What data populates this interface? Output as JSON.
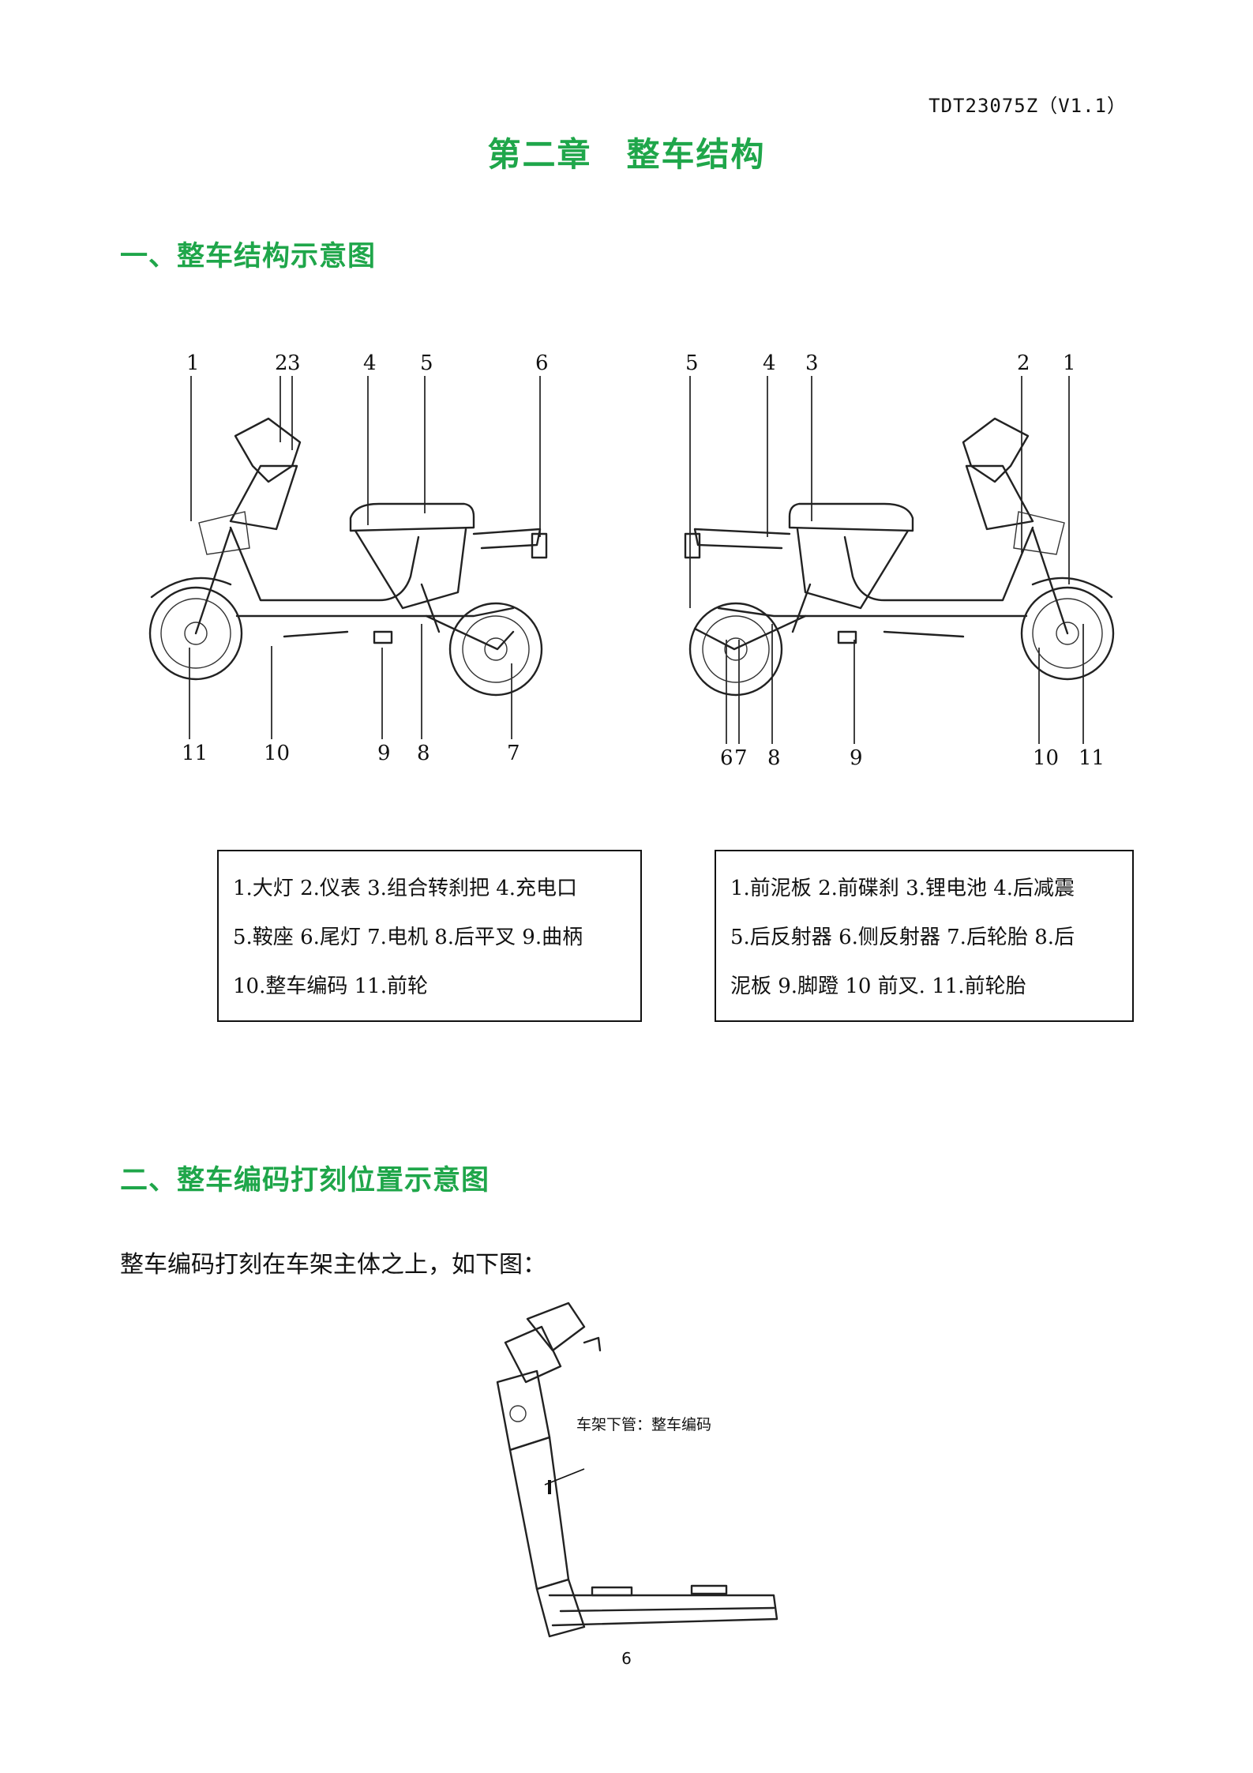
{
  "header": {
    "doc_id": "TDT23075Z（V1.1）"
  },
  "chapter_title": "第二章　整车结构",
  "section1": {
    "title": "一、整车结构示意图",
    "left_callouts": {
      "top": [
        "1",
        "2",
        "3",
        "4",
        "5",
        "6"
      ],
      "bottom": [
        "11",
        "10",
        "9",
        "8",
        "7"
      ]
    },
    "right_callouts": {
      "top": [
        "5",
        "4",
        "3",
        "2",
        "1"
      ],
      "bottom": [
        "6",
        "7",
        "8",
        "9",
        "10",
        "11"
      ]
    },
    "legend_left": [
      "1.大灯  2.仪表  3.组合转刹把  4.充电口",
      "5.鞍座  6.尾灯  7.电机  8.后平叉  9.曲柄",
      "10.整车编码  11.前轮"
    ],
    "legend_right": [
      "1.前泥板  2.前碟刹  3.锂电池  4.后减震",
      "5.后反射器  6.侧反射器  7.后轮胎  8.后",
      "泥板  9.脚蹬  10 前叉. 11.前轮胎"
    ]
  },
  "section2": {
    "title": "二、整车编码打刻位置示意图",
    "intro": "整车编码打刻在车架主体之上，如下图：",
    "frame_label": "车架下管：整车编码"
  },
  "page_number": "6"
}
